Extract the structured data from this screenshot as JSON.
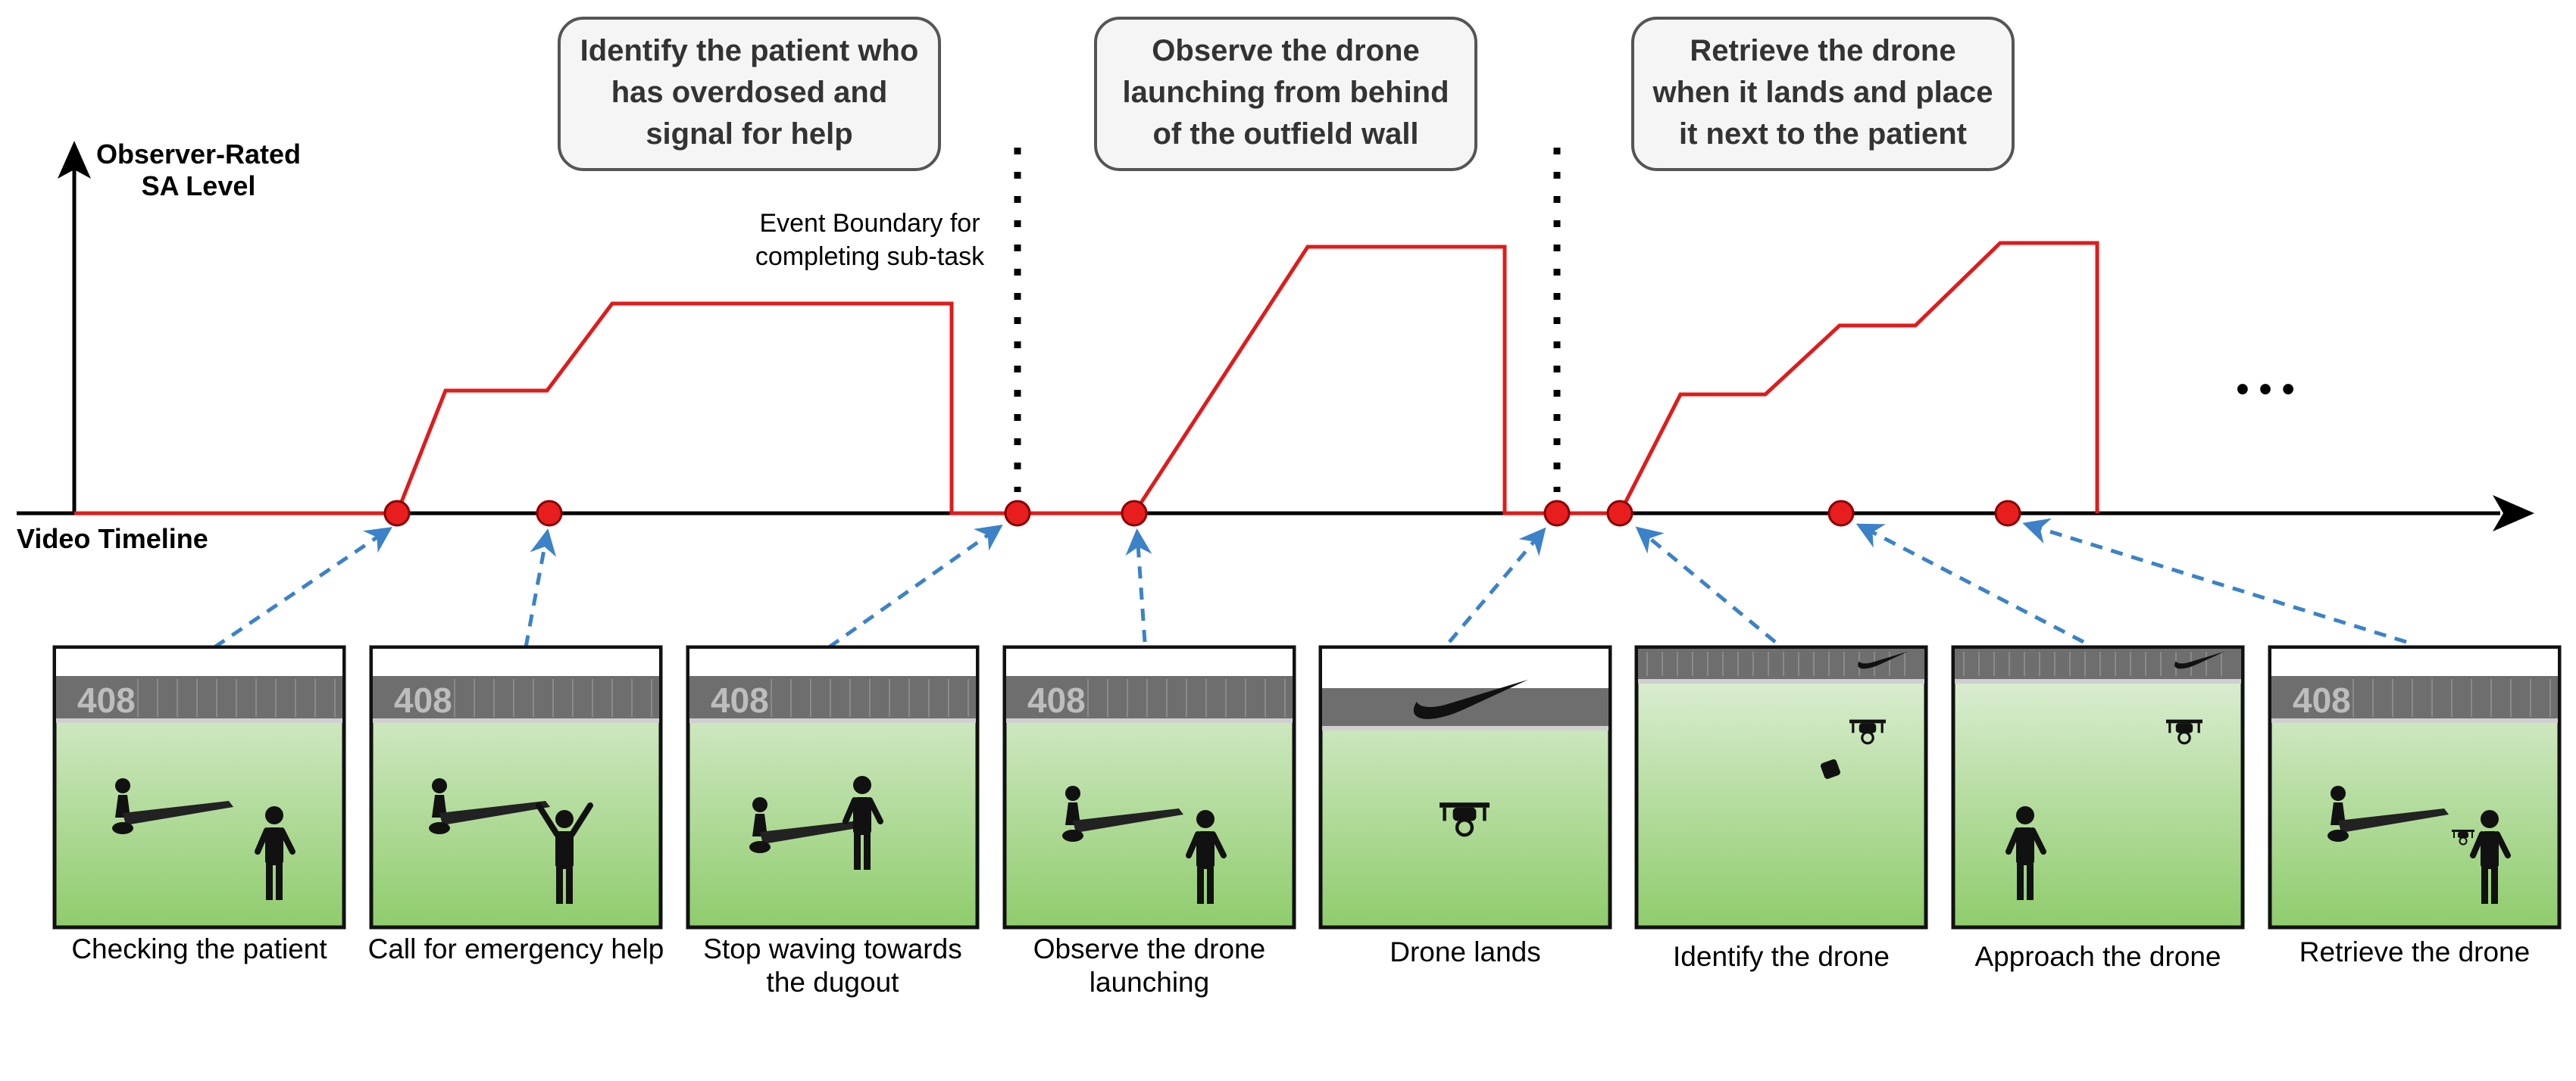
{
  "axis": {
    "y_label_line1": "Observer-Rated",
    "y_label_line2": "SA Level",
    "x_label": "Video Timeline"
  },
  "event_boundary": {
    "line1": "Event Boundary for",
    "line2": "completing sub-task"
  },
  "tasks": [
    {
      "lines": [
        "Identify the patient who",
        "has overdosed and",
        "signal for help"
      ]
    },
    {
      "lines": [
        "Observe the drone",
        "launching from behind",
        "of the outfield wall"
      ]
    },
    {
      "lines": [
        "Retrieve the drone",
        "when it lands and place",
        "it next to the patient"
      ]
    }
  ],
  "continuation": "• • •",
  "scoreboard_number": "408",
  "frames": [
    {
      "caption": [
        "Checking the patient"
      ]
    },
    {
      "caption": [
        "Call for emergency help"
      ]
    },
    {
      "caption": [
        "Stop waving towards",
        "the dugout"
      ]
    },
    {
      "caption": [
        "Observe the drone",
        "launching"
      ]
    },
    {
      "caption": [
        "Drone lands"
      ]
    },
    {
      "caption": [
        "Identify the drone"
      ]
    },
    {
      "caption": [
        "Approach the drone"
      ]
    },
    {
      "caption": [
        "Retrieve the drone"
      ]
    }
  ],
  "colors": {
    "sa_line": "#e01b1b",
    "event_dot": "#e81e1e",
    "arrow": "#3b82c9",
    "task_box_fill": "#f5f5f5",
    "field_top": "#e4f1de",
    "field_bottom": "#8fcc6c"
  }
}
